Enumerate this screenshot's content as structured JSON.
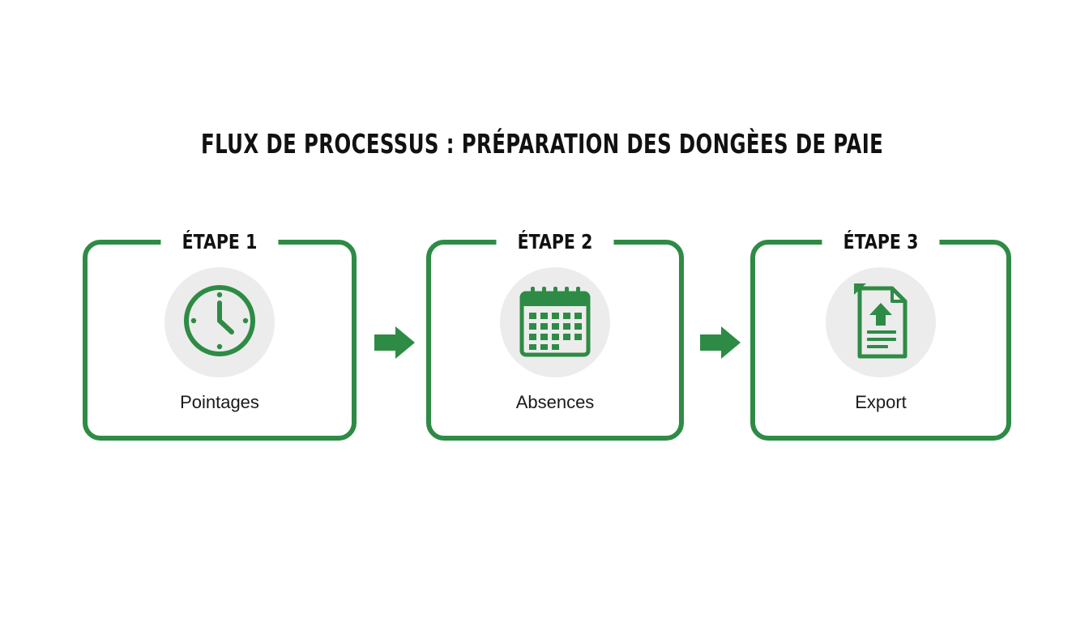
{
  "title": "FLUX DE PROCESSUS : PRÉPARATION DES DONGÈES DE PAIE",
  "colors": {
    "accent": "#2e8b45",
    "icon_background": "#ececec",
    "text": "#111111"
  },
  "steps": [
    {
      "label": "ÉTAPE 1",
      "name": "Pointages",
      "icon": "clock-icon"
    },
    {
      "label": "ÉTAPE 2",
      "name": "Absences",
      "icon": "calendar-icon"
    },
    {
      "label": "ÉTAPE 3",
      "name": "Export",
      "icon": "document-upload-icon"
    }
  ],
  "connectors": [
    {
      "icon": "arrow-right-icon"
    },
    {
      "icon": "arrow-right-icon"
    }
  ]
}
